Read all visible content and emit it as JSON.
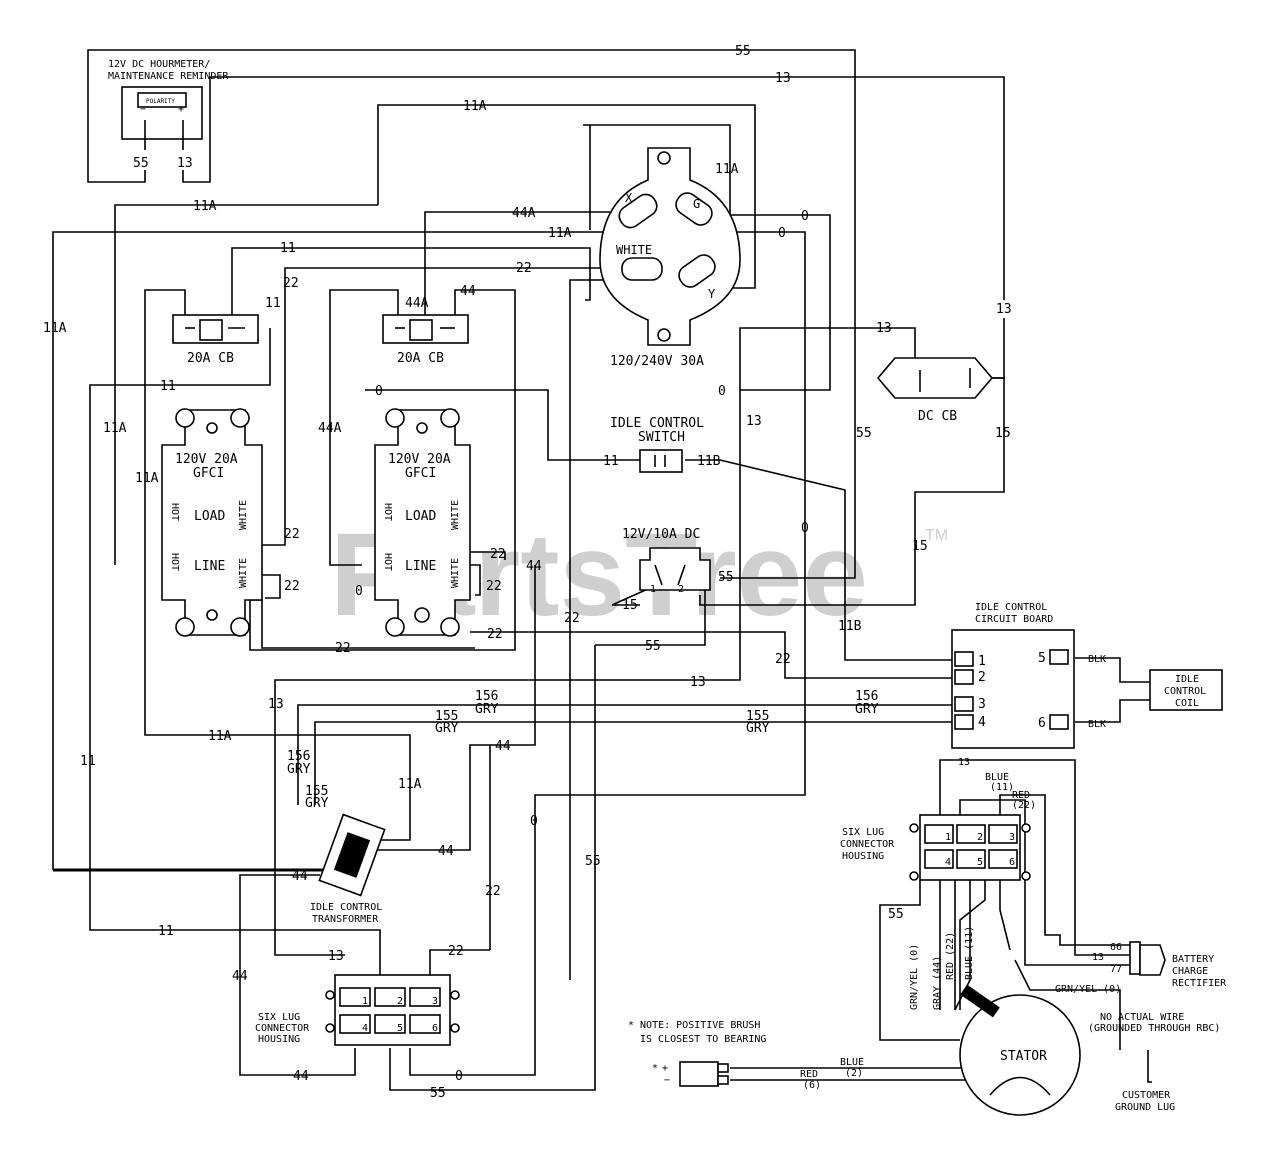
{
  "watermark": {
    "text": "PartsTree",
    "tm": "TM"
  },
  "hourmeter": {
    "title1": "12V DC HOURMETER/",
    "title2": "MAINTENANCE REMINDER",
    "polarity": "POLARITY",
    "minus": "−",
    "plus": "+",
    "pin1": "55",
    "pin2": "13"
  },
  "breaker1": {
    "label": "20A CB"
  },
  "breaker2": {
    "label": "20A CB"
  },
  "outlet30a": {
    "label": "120/240V 30A",
    "x": "X",
    "g": "G",
    "white": "WHITE",
    "y": "Y"
  },
  "dc_breaker": {
    "label": "DC CB"
  },
  "gfci1": {
    "title1": "120V 20A",
    "title2": "GFCI",
    "load": "LOAD",
    "line": "LINE",
    "hot1": "HOT",
    "hot2": "HOT",
    "white1": "WHITE",
    "white2": "WHITE"
  },
  "gfci2": {
    "title1": "120V 20A",
    "title2": "GFCI",
    "load": "LOAD",
    "line": "LINE",
    "hot1": "HOT",
    "hot2": "HOT",
    "white1": "WHITE",
    "white2": "WHITE"
  },
  "idle_switch": {
    "title1": "IDLE CONTROL",
    "title2": "SWITCH",
    "left": "11",
    "right": "11B"
  },
  "dc_outlet": {
    "title": "12V/10A DC",
    "pin1": "1",
    "pin2": "2"
  },
  "idle_board": {
    "title1": "IDLE CONTROL",
    "title2": "CIRCUIT BOARD",
    "p1": "1",
    "p2": "2",
    "p3": "3",
    "p4": "4",
    "p5": "5",
    "p6": "6",
    "blk1": "BLK",
    "blk2": "BLK"
  },
  "idle_coil": {
    "l1": "IDLE",
    "l2": "CONTROL",
    "l3": "COIL"
  },
  "transformer": {
    "l1": "IDLE CONTROL",
    "l2": "TRANSFORMER"
  },
  "six_lug_left": {
    "l1": "SIX LUG",
    "l2": "CONNECTOR",
    "l3": "HOUSING",
    "n1": "1",
    "n2": "2",
    "n3": "3",
    "n4": "4",
    "n5": "5",
    "n6": "6"
  },
  "six_lug_right": {
    "l1": "SIX LUG",
    "l2": "CONNECTOR",
    "l3": "HOUSING",
    "n1": "1",
    "n2": "2",
    "n3": "3",
    "n4": "4",
    "n5": "5",
    "n6": "6"
  },
  "rectifier": {
    "l1": "BATTERY",
    "l2": "CHARGE",
    "l3": "RECTIFIER",
    "w66": "66",
    "w13": "13",
    "w77": "77"
  },
  "stator": {
    "label": "STATOR",
    "grnyel": "GRN/YEL (0)",
    "gray": "GRAY (44)",
    "red": "RED (22)",
    "blue": "BLUE (11)",
    "grnyel2": "GRN/YEL (0)",
    "blue_top1": "BLUE",
    "blue_top2": "(11)",
    "red_top1": "RED",
    "red_top2": "(22)",
    "w13": "13",
    "w55": "55"
  },
  "no_wire": {
    "l1": "NO ACTUAL WIRE",
    "l2": "(GROUNDED THROUGH RBC)"
  },
  "ground_lug": {
    "l1": "CUSTOMER",
    "l2": "GROUND LUG"
  },
  "brush_note": {
    "l1": "* NOTE: POSITIVE BRUSH",
    "l2": "IS CLOSEST TO BEARING",
    "star": "*",
    "plus": "+",
    "minus": "−",
    "blue": "BLUE",
    "blue_n": "(2)",
    "red": "RED",
    "red_n": "(6)"
  },
  "wires": {
    "w55_top": "55",
    "w13_top": "13",
    "w11a_top": "11A",
    "w11a_2": "11A",
    "w11a_3": "11A",
    "w11a_4": "11A",
    "w44a_1": "44A",
    "w0_1": "0",
    "w0_2": "0",
    "w11_1": "11",
    "w22_1": "22",
    "w22_2": "22",
    "w11_2": "11",
    "w44a_2": "44A",
    "w44_1": "44",
    "w13_dc": "13",
    "w13_dc2": "13",
    "w11a_left": "11A",
    "w11_3": "11",
    "w0_3": "0",
    "w0_4": "0",
    "w11a_5": "11A",
    "w11a_6": "11A",
    "w44a_3": "44A",
    "w13_v": "13",
    "w15_1": "15",
    "w55_v": "55",
    "w0_v": "0",
    "w15_2": "15",
    "w22_g1": "22",
    "w22_g2": "22",
    "w22_g3": "22",
    "w22_g4": "22",
    "w0_g": "0",
    "w22_g5": "22",
    "w22_g6": "22",
    "w44_v": "44",
    "w22_v": "22",
    "w55_dc": "55",
    "w15_dc": "15",
    "w22_bot": "22",
    "w22_b2": "22",
    "w55_b": "55",
    "w11b": "11B",
    "w22_b3": "22",
    "w13_b": "13",
    "w156_1": "156",
    "w156_1g": "GRY",
    "w156_2": "156",
    "w156_2g": "GRY",
    "w155_1": "155",
    "w155_1g": "GRY",
    "w155_2": "155",
    "w155_2g": "GRY",
    "w13_l": "13",
    "w11a_b": "11A",
    "w156_3": "156",
    "w156_3g": "GRY",
    "w155_3": "155",
    "w155_3g": "GRY",
    "w11a_t": "11A",
    "w44_t": "44",
    "w11_ll": "11",
    "w44_b": "44",
    "w0_b": "0",
    "w44_tr": "44",
    "w22_tr": "22",
    "w55_tr": "55",
    "w11_bot": "11",
    "w13_bot": "13",
    "w22_bt": "22",
    "w44_lv": "44",
    "w44_lb": "44",
    "w0_lb": "0",
    "w55_lb": "55"
  }
}
